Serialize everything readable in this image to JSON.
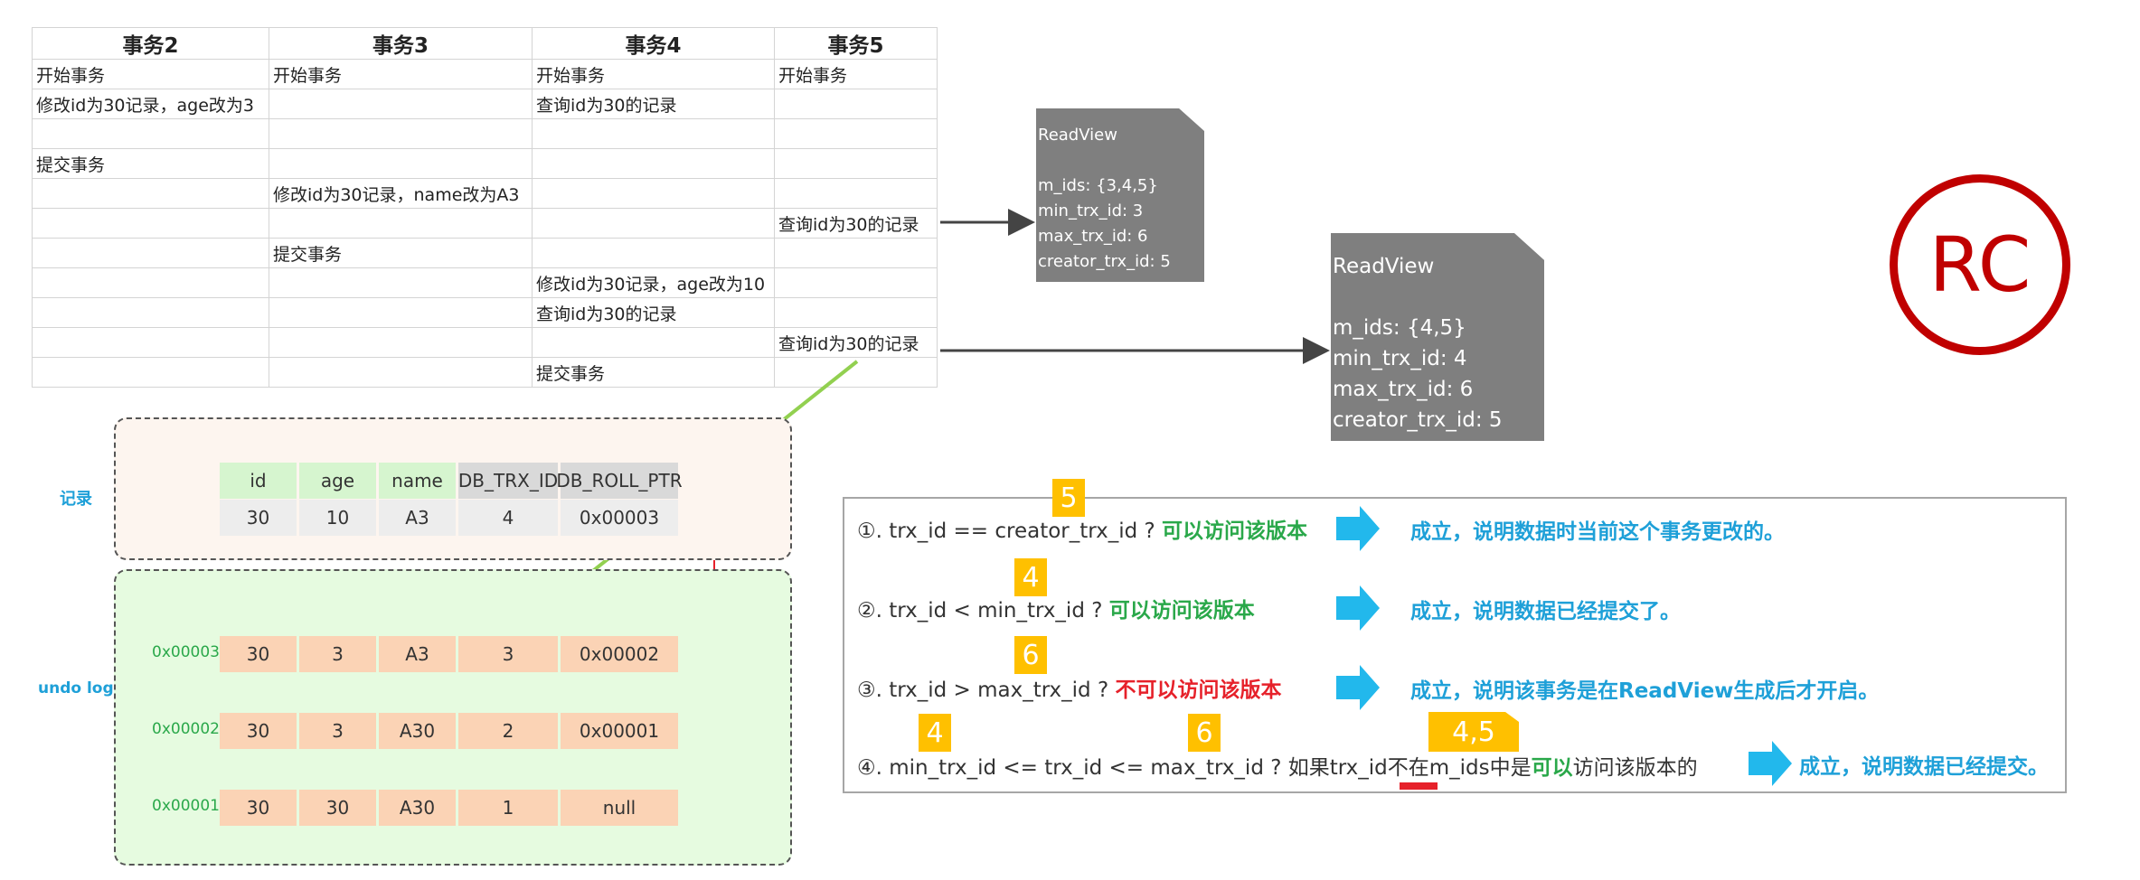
{
  "table": {
    "headers": [
      "事务2",
      "事务3",
      "事务4",
      "事务5"
    ],
    "rows": [
      [
        "开始事务",
        "开始事务",
        "开始事务",
        "开始事务"
      ],
      [
        "修改id为30记录，age改为3",
        "",
        "查询id为30的记录",
        ""
      ],
      [
        "",
        "",
        "",
        ""
      ],
      [
        "提交事务",
        "",
        "",
        ""
      ],
      [
        "",
        "修改id为30记录，name改为A3",
        "",
        ""
      ],
      [
        "",
        "",
        "",
        "查询id为30的记录"
      ],
      [
        "",
        "提交事务",
        "",
        ""
      ],
      [
        "",
        "",
        "修改id为30记录，age改为10",
        ""
      ],
      [
        "",
        "",
        "查询id为30的记录",
        ""
      ],
      [
        "",
        "",
        "",
        "查询id为30的记录"
      ],
      [
        "",
        "",
        "提交事务",
        ""
      ]
    ]
  },
  "readview1": {
    "title": "ReadView",
    "m_ids": "m_ids: {3,4,5}",
    "min_trx_id": "min_trx_id: 3",
    "max_trx_id": "max_trx_id: 6",
    "creator_trx_id": "creator_trx_id: 5"
  },
  "readview2": {
    "title": "ReadView",
    "m_ids": "m_ids: {4,5}",
    "min_trx_id": "min_trx_id: 4",
    "max_trx_id": "max_trx_id: 6",
    "creator_trx_id": "creator_trx_id: 5"
  },
  "isolation_level": "RC",
  "record": {
    "label": "记录",
    "columns": [
      "id",
      "age",
      "name",
      "DB_TRX_ID",
      "DB_ROLL_PTR"
    ],
    "values": [
      "30",
      "10",
      "A3",
      "4",
      "0x00003"
    ]
  },
  "undo_log": {
    "label": "undo log",
    "entries": [
      {
        "addr": "0x00003",
        "values": [
          "30",
          "3",
          "A3",
          "3",
          "0x00002"
        ]
      },
      {
        "addr": "0x00002",
        "values": [
          "30",
          "3",
          "A30",
          "2",
          "0x00001"
        ]
      },
      {
        "addr": "0x00001",
        "values": [
          "30",
          "30",
          "A30",
          "1",
          "null"
        ]
      }
    ]
  },
  "rules": {
    "r1": {
      "prefix": "①. trx_id  == creator_trx_id ?",
      "verdict": "可以访问该版本",
      "result": "成立，说明数据时当前这个事务更改的。",
      "badge": "5"
    },
    "r2": {
      "prefix": "②. trx_id < min_trx_id ?",
      "verdict": "可以访问该版本",
      "result": "成立，说明数据已经提交了。",
      "badge": "4"
    },
    "r3": {
      "prefix": "③. trx_id > max_trx_id ?",
      "verdict": "不可以访问该版本",
      "result": "成立，说明该事务是在ReadView生成后才开启。",
      "badge": "6"
    },
    "r4": {
      "prefix": "④. min_trx_id <= trx_id <= max_trx_id ?  如果trx_id",
      "not_in": "不在",
      "middle": "m_ids中是",
      "can": "可以",
      "suffix": "访问该版本的",
      "result": "成立，说明数据已经提交。",
      "badge_min": "4",
      "badge_max": "6",
      "badge_mids": "4,5"
    }
  },
  "colors": {
    "accent_red": "#c00000",
    "green": "#2aa84a",
    "blue": "#1ea0d8",
    "badge": "#ffc000",
    "readview": "#7f7f7f",
    "cell_orange": "#fbd3b5"
  }
}
